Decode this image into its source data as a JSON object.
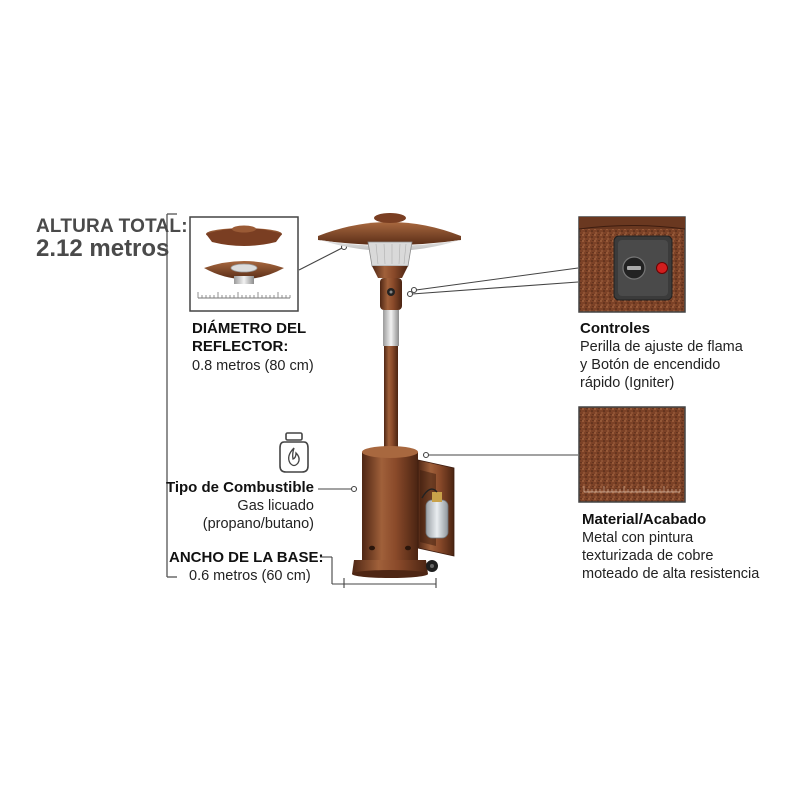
{
  "height": {
    "label": "ALTURA TOTAL:",
    "value": "2.12 metros"
  },
  "reflector": {
    "title_line1": "DIÁMETRO DEL",
    "title_line2": "REFLECTOR:",
    "value": "0.8 metros (80 cm)"
  },
  "fuel": {
    "title": "Tipo de Combustible",
    "line1": "Gas licuado",
    "line2": "(propano/butano)",
    "icon": "gas-tank-flame-icon"
  },
  "base": {
    "title": "ANCHO DE LA BASE:",
    "value": "0.6 metros (60 cm)"
  },
  "controls": {
    "title": "Controles",
    "line1": "Perilla de ajuste de flama",
    "line2": "y Botón de encendido",
    "line3": "rápido (Igniter)"
  },
  "material": {
    "title": "Material/Acabado",
    "line1": "Metal con pintura",
    "line2": "texturizada de cobre",
    "line3": "moteado de alta resistencia"
  },
  "colors": {
    "copper": "#8a4a2a",
    "copper_dark": "#5e2f18",
    "leader": "#333333",
    "heading_gray": "#4a4a4a"
  }
}
